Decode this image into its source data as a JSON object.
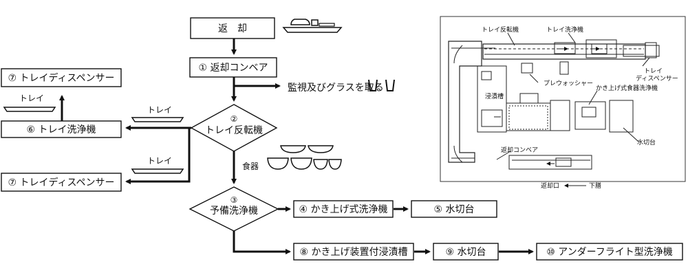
{
  "flow": {
    "return_label": "返　却",
    "return_conveyor": "① 返却コンベア",
    "monitor_note": "監視及びグラスを取る",
    "tray_flipper_num": "②",
    "tray_flipper": "トレイ反転機",
    "tray_washer": "⑥ トレイ洗浄機",
    "tray_dispenser_top": "⑦ トレイディスペンサー",
    "tray_dispenser_bottom": "⑦ トレイディスペンサー",
    "tray_label_1": "トレイ",
    "tray_label_2": "トレイ",
    "tray_label_3": "トレイ",
    "dishes_label": "食器",
    "pre_washer_num": "③",
    "pre_washer": "予備洗浄機",
    "scoop_washer": "④ かき上げ式洗浄機",
    "drain_table_1": "⑤ 水切台",
    "soak_tank": "⑧ かき上げ装置付浸漬槽",
    "drain_table_2": "⑨ 水切台",
    "underflight_washer": "⑩ アンダーフライト型洗浄機"
  },
  "plan": {
    "tray_flipper": "トレイ反転機",
    "tray_washer": "トレイ洗浄機",
    "tray_dispenser_1": "トレイ",
    "tray_dispenser_2": "ディスペンサー",
    "prewasher": "プレウォッシャー",
    "scoop_washer": "かき上げ式食器洗浄機",
    "soak": "浸漬槽",
    "drain_table": "水切台",
    "return_conveyor": "返却コンベア",
    "return_port": "返却口",
    "down": "下膳"
  }
}
